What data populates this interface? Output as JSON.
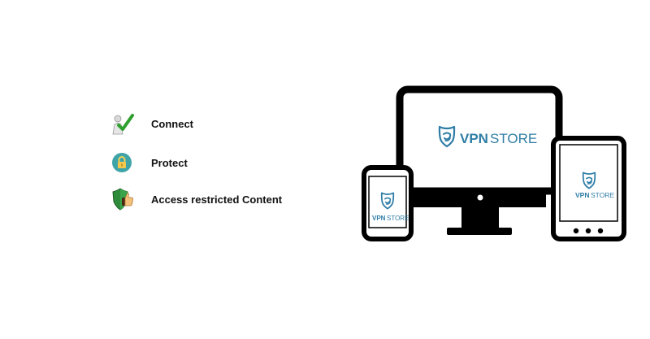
{
  "features": [
    {
      "label": "Connect",
      "icon": "person-checkmark-icon"
    },
    {
      "label": "Protect",
      "icon": "padlock-icon"
    },
    {
      "label": "Access restricted Content",
      "icon": "thumbs-up-shield-icon"
    }
  ],
  "brand": {
    "prefix": "VPN",
    "suffix": "STORE",
    "logo_color": "#2f7da6",
    "device_color": "#000000"
  }
}
